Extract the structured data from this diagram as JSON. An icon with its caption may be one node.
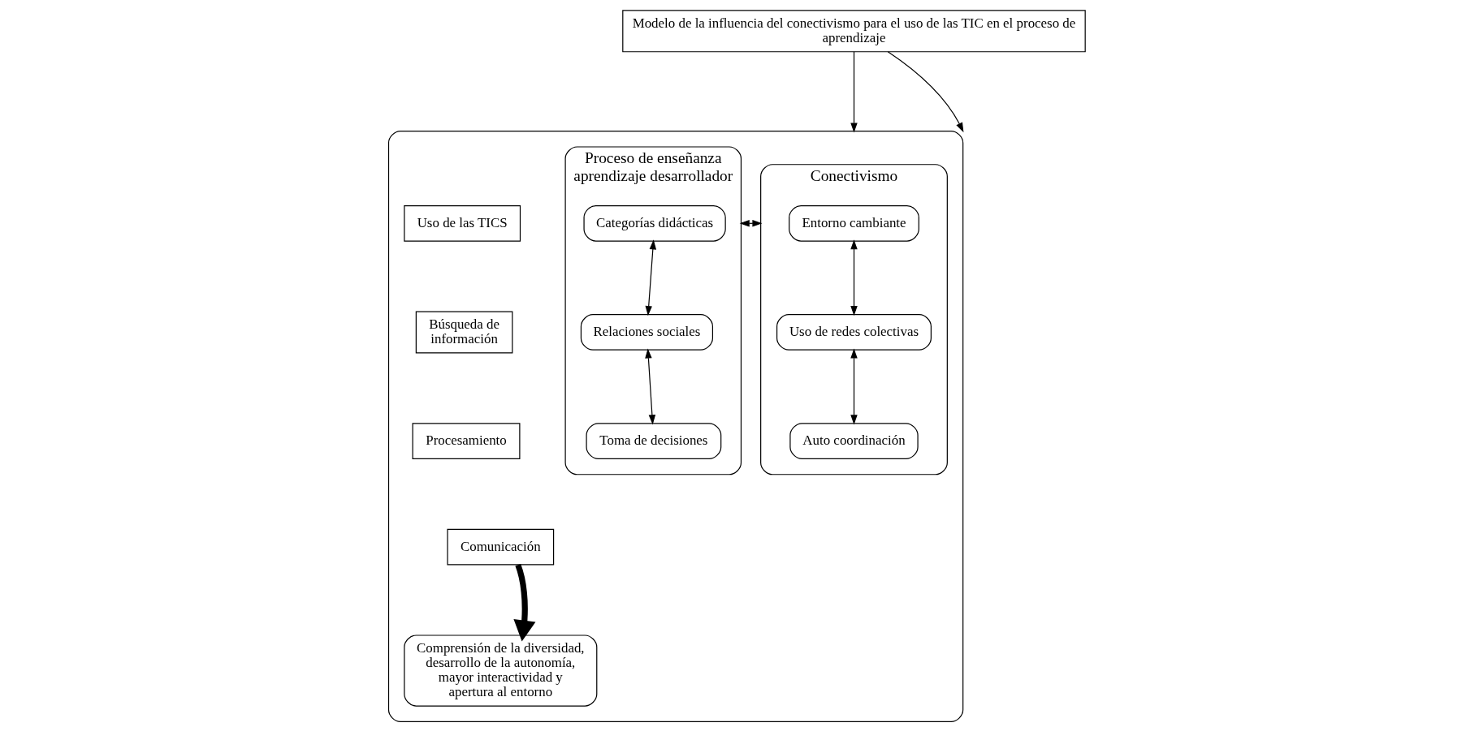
{
  "diagram": {
    "nodes": [
      {
        "text": [
          "Modelo de la influencia del conectivismo para el uso de las TIC en el proceso de aprendizaje"
        ]
      },
      {
        "text": [],
        "shape": "box"
      },
      {
        "text": [
          "Conectivismo"
        ],
        "in": 1
      },
      {
        "text": [
          "Entorno cambiante"
        ],
        "in": 2
      },
      {
        "text": [
          "Uso de redes colectivas"
        ],
        "in": 2
      },
      {
        "text": [
          "Auto coordinación"
        ],
        "in": 2
      },
      {
        "text": [
          "Uso de las TICS"
        ],
        "in": 1
      },
      {
        "text": [
          "Búsqueda de información"
        ],
        "in": 1
      },
      {
        "text": [
          "Procesamiento"
        ],
        "in": 1
      },
      {
        "text": [
          "Comunicación"
        ],
        "in": 1
      },
      {
        "text": [
          "Comprensión de la diversidad, desarrollo de la autonomía, mayor interactividad y apertura al entorno"
        ],
        "in": 1
      },
      {
        "text": [
          "Proceso de enseñanza aprendizaje desarrollador"
        ],
        "in": 1
      },
      {
        "text": [
          "Categorías didácticas"
        ],
        "in": 11
      },
      {
        "text": [
          "Relaciones sociales"
        ],
        "in": 11
      },
      {
        "text": [
          "Toma de decisiones"
        ],
        "in": 11
      }
    ],
    "edges": [
      {
        "from": 0,
        "to": 1,
        "arrow": "to"
      },
      {
        "from": 0,
        "to": 1,
        "arrow": "to"
      },
      {
        "from": 2,
        "to": 11,
        "arrow": "both"
      },
      {
        "from": 3,
        "to": 4,
        "arrow": "both"
      },
      {
        "from": 4,
        "to": 5,
        "arrow": "both"
      },
      {
        "from": 9,
        "to": 10,
        "arrow": "to",
        "style": "thick"
      },
      {
        "from": 12,
        "to": 13,
        "arrow": "both"
      },
      {
        "from": 13,
        "to": 14,
        "arrow": "both"
      }
    ]
  }
}
